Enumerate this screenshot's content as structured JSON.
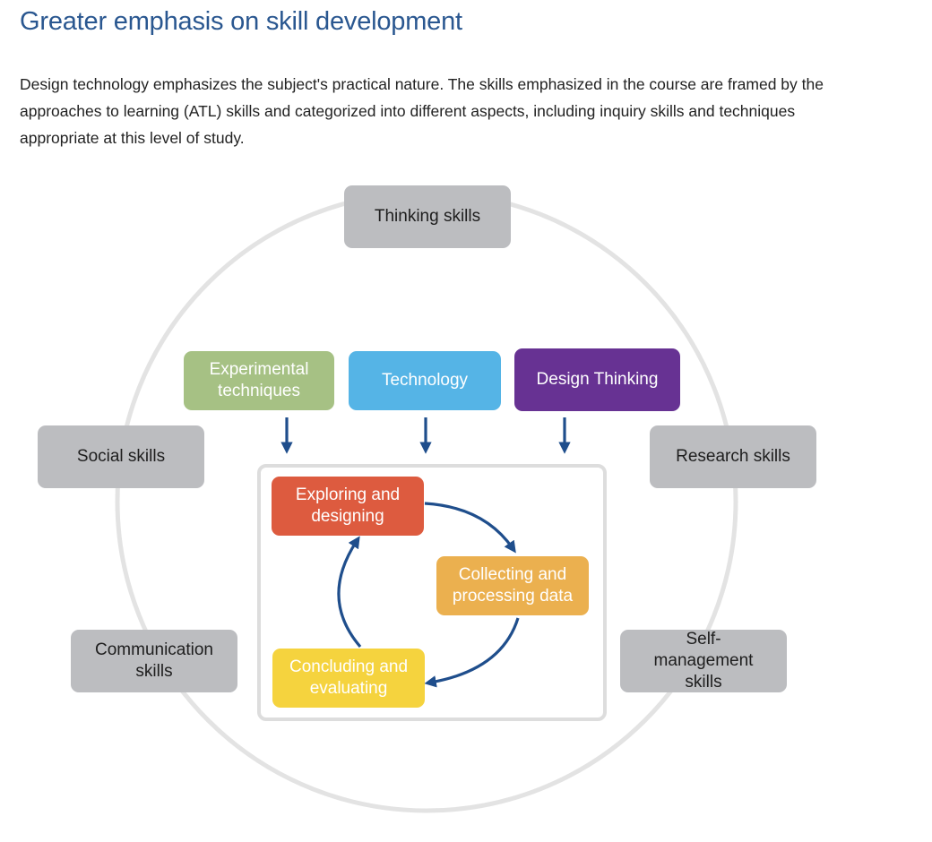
{
  "heading": "Greater emphasis on skill development",
  "intro": "Design technology emphasizes the subject's practical nature. The skills emphasized in the course are framed by the approaches to learning (ATL) skills and categorized into different aspects, including inquiry skills and techniques appropriate at this level of study.",
  "diagram": {
    "atl_skills": {
      "thinking": "Thinking skills",
      "social": "Social skills",
      "research": "Research skills",
      "communication": "Communication skills",
      "self_management": "Self-management skills"
    },
    "aspects": {
      "experimental": "Experimental techniques",
      "technology": "Technology",
      "design_thinking": "Design Thinking"
    },
    "cycle": {
      "exploring": "Exploring and designing",
      "collecting": "Collecting and processing data",
      "concluding": "Concluding and evaluating"
    },
    "colors": {
      "atl_gray": "#bcbdc0",
      "ring": "#e3e3e3",
      "experimental": "#a6c184",
      "technology": "#55b4e6",
      "design_thinking": "#673293",
      "exploring": "#dd5b3f",
      "collecting": "#ebb04f",
      "concluding": "#f5d33e",
      "arrow": "#1f4e8c"
    }
  }
}
